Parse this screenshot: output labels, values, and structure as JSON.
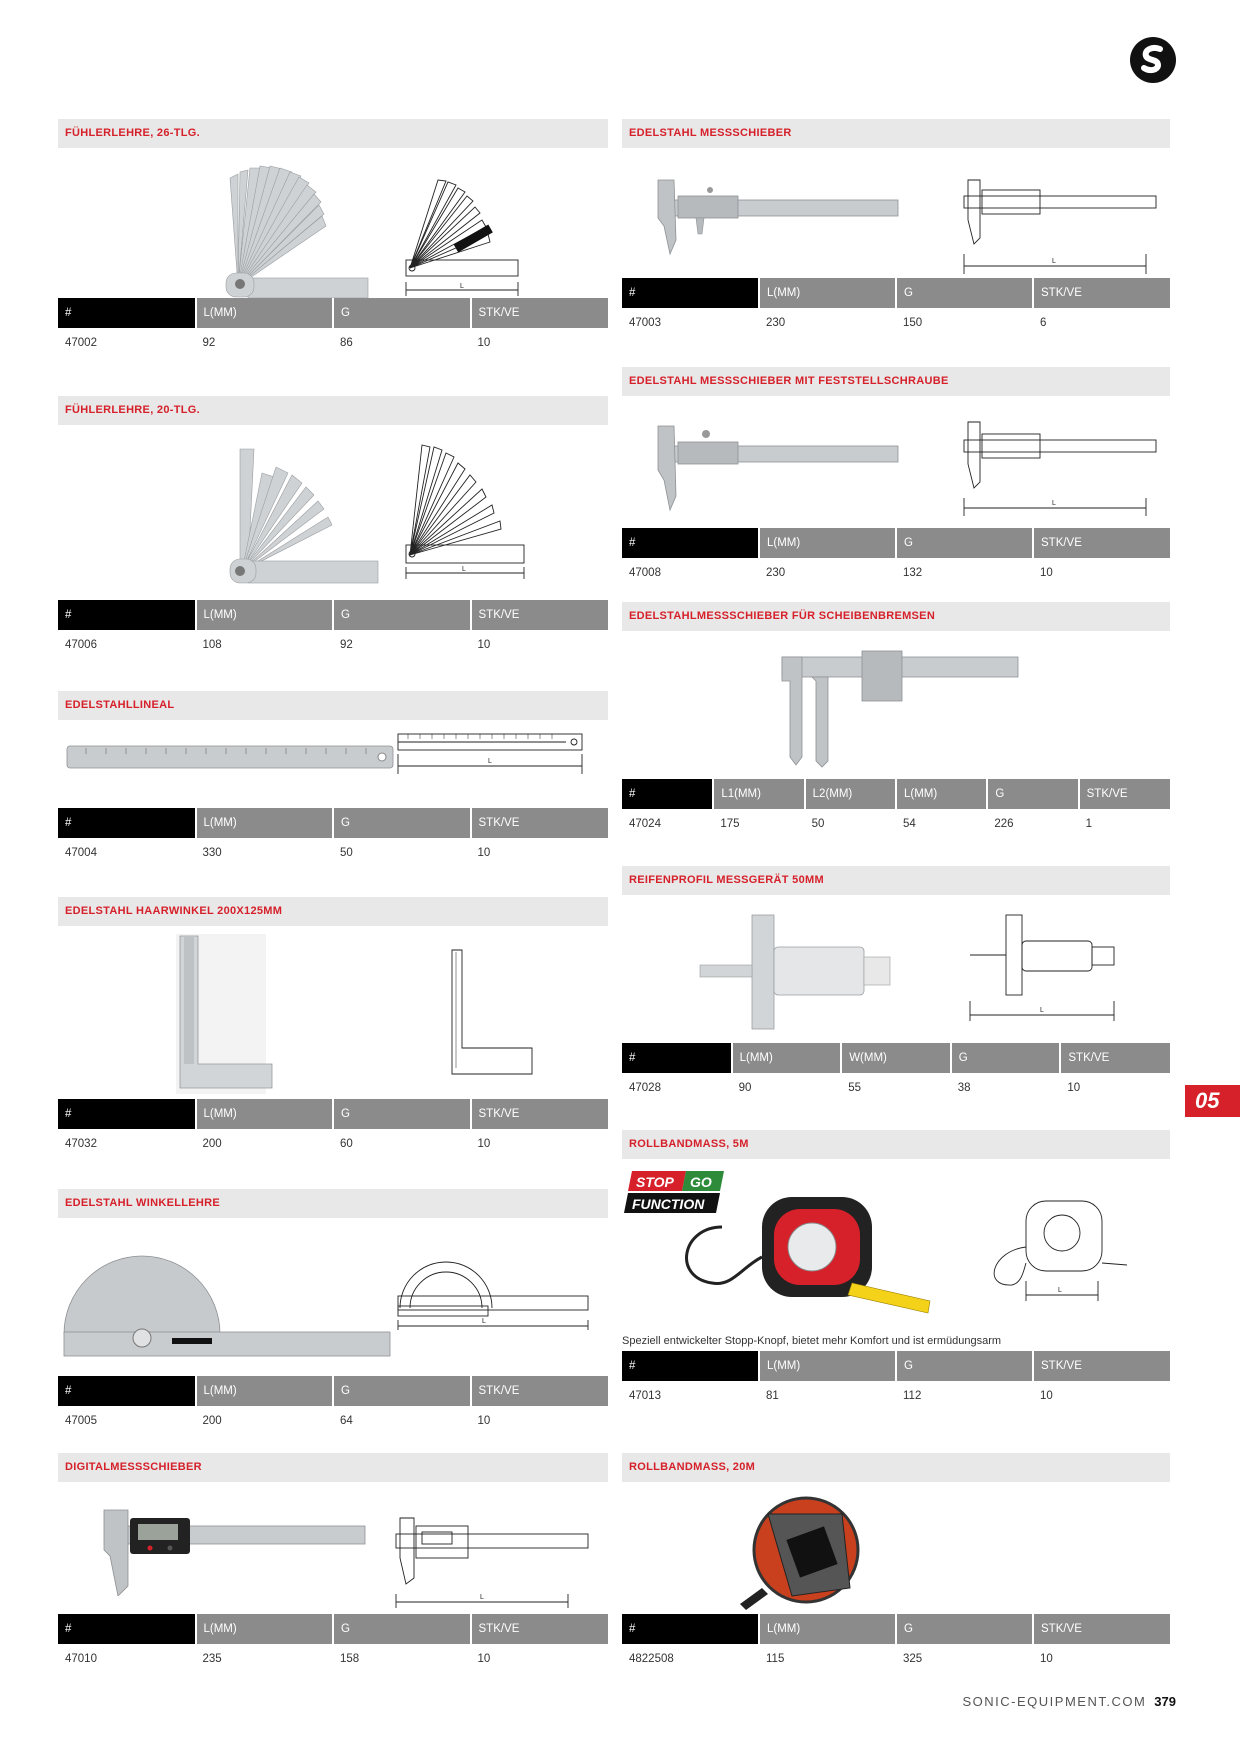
{
  "brand_logo": "sonic-logo",
  "left": [
    {
      "title": "FÜHLERLEHRE, 26-TLG.",
      "headers": [
        "#",
        "L(MM)",
        "G",
        "STK/VE"
      ],
      "row": [
        "47002",
        "92",
        "86",
        "10"
      ]
    },
    {
      "title": "FÜHLERLEHRE, 20-TLG.",
      "headers": [
        "#",
        "L(MM)",
        "G",
        "STK/VE"
      ],
      "row": [
        "47006",
        "108",
        "92",
        "10"
      ]
    },
    {
      "title": "EDELSTAHLLINEAL",
      "headers": [
        "#",
        "L(MM)",
        "G",
        "STK/VE"
      ],
      "row": [
        "47004",
        "330",
        "50",
        "10"
      ]
    },
    {
      "title": "EDELSTAHL HAARWINKEL 200X125MM",
      "headers": [
        "#",
        "L(MM)",
        "G",
        "STK/VE"
      ],
      "row": [
        "47032",
        "200",
        "60",
        "10"
      ]
    },
    {
      "title": "EDELSTAHL WINKELLEHRE",
      "headers": [
        "#",
        "L(MM)",
        "G",
        "STK/VE"
      ],
      "row": [
        "47005",
        "200",
        "64",
        "10"
      ]
    },
    {
      "title": "DIGITALMESSSCHIEBER",
      "headers": [
        "#",
        "L(MM)",
        "G",
        "STK/VE"
      ],
      "row": [
        "47010",
        "235",
        "158",
        "10"
      ]
    }
  ],
  "right": [
    {
      "title": "EDELSTAHL MESSSCHIEBER",
      "headers": [
        "#",
        "L(MM)",
        "G",
        "STK/VE"
      ],
      "row": [
        "47003",
        "230",
        "150",
        "6"
      ]
    },
    {
      "title": "EDELSTAHL MESSSCHIEBER MIT FESTSTELLSCHRAUBE",
      "headers": [
        "#",
        "L(MM)",
        "G",
        "STK/VE"
      ],
      "row": [
        "47008",
        "230",
        "132",
        "10"
      ]
    },
    {
      "title": "EDELSTAHLMESSSCHIEBER FÜR SCHEIBENBREMSEN",
      "headers": [
        "#",
        "L1(MM)",
        "L2(MM)",
        "L(MM)",
        "G",
        "STK/VE"
      ],
      "row": [
        "47024",
        "175",
        "50",
        "54",
        "226",
        "1"
      ]
    },
    {
      "title": "REIFENPROFIL MESSGERÄT 50MM",
      "headers": [
        "#",
        "L(MM)",
        "W(MM)",
        "G",
        "STK/VE"
      ],
      "row": [
        "47028",
        "90",
        "55",
        "38",
        "10"
      ]
    },
    {
      "title": "ROLLBANDMASS, 5M",
      "headers": [
        "#",
        "L(MM)",
        "G",
        "STK/VE"
      ],
      "row": [
        "47013",
        "81",
        "112",
        "10"
      ],
      "note": "Speziell entwickelter Stopp-Knopf, bietet mehr Komfort und ist ermüdungsarm",
      "badge": {
        "line1a": "STOP",
        "line1b": "GO",
        "line2": "FUNCTION"
      }
    },
    {
      "title": "ROLLBANDMASS, 20M",
      "headers": [
        "#",
        "L(MM)",
        "G",
        "STK/VE"
      ],
      "row": [
        "4822508",
        "115",
        "325",
        "10"
      ]
    }
  ],
  "dimension_label": "L",
  "chapter": "05",
  "footer": {
    "site": "SONIC-EQUIPMENT.COM",
    "page": "379"
  },
  "colors": {
    "accent": "#d6202a",
    "header_dark": "#000000",
    "header_gray": "#8b8b8b",
    "title_bg": "#e8e8e8"
  }
}
